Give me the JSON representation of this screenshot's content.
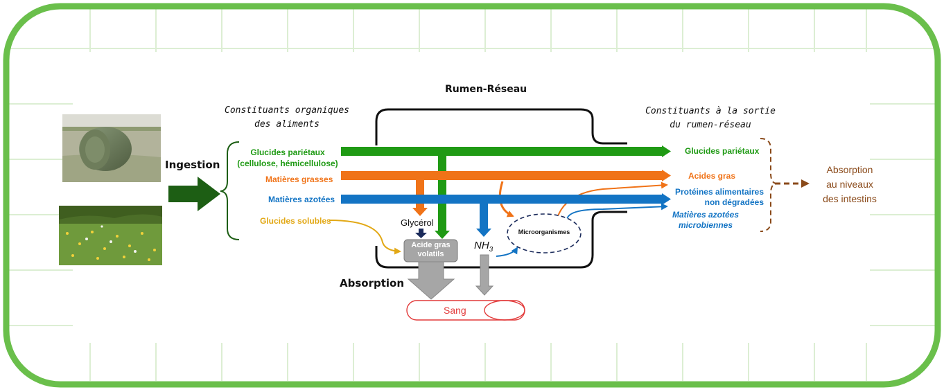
{
  "colors": {
    "frame": "#6abf4b",
    "grid": "#dceed3",
    "green": "#1f9a14",
    "orange": "#f07318",
    "blue": "#1374c4",
    "yellow": "#e2a815",
    "navy": "#1a2a5a",
    "brown": "#8a4a1a",
    "gray": "#a6a6a6",
    "red": "#e23a3a",
    "dark_green": "#1d5e14"
  },
  "title": "Rumen-Réseau",
  "left_header": {
    "line1": "Constituants organiques",
    "line2": "des aliments"
  },
  "right_header": {
    "line1": "Constituants à la sortie",
    "line2": "du rumen-réseau"
  },
  "ingestion": "Ingestion",
  "inputs": {
    "glucides_parietaux": "Glucides pariétaux",
    "glucides_parietaux_detail": "(cellulose, hémicellulose)",
    "matieres_grasses": "Matières grasses",
    "matieres_azotees": "Matières azotées",
    "glucides_solubles": "Glucides solubles"
  },
  "intermediates": {
    "glycerol": "Glycérol",
    "agv_line1": "Acide gras",
    "agv_line2": "volatils",
    "nh3": "NH",
    "nh3_sub": "3",
    "microorganismes": "Microorganismes"
  },
  "outputs": {
    "glucides_parietaux": "Glucides pariétaux",
    "acides_gras": "Acides gras",
    "proteines_line1": "Protéines alimentaires",
    "proteines_line2": "non dégradées",
    "mam_line1": "Matières azotées",
    "mam_line2": "microbiennes"
  },
  "absorption_intestins": {
    "line1": "Absorption",
    "line2": "au niveaux",
    "line3": "des intestins"
  },
  "absorption": "Absorption",
  "sang": "Sang",
  "images": {
    "top": "hay-bale-field-image",
    "bottom": "flower-meadow-image"
  }
}
